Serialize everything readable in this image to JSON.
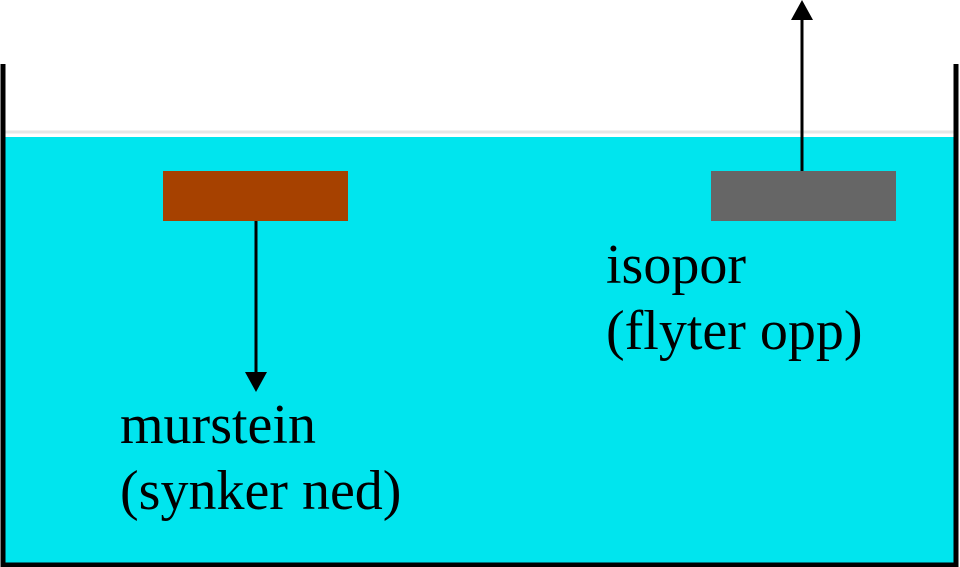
{
  "colors": {
    "water": "#00E5EE",
    "water_surface": "#E6E6E6",
    "brick": "#A64100",
    "foam": "#666666",
    "container": "#000000",
    "arrow": "#000000"
  },
  "brick": {
    "name": "murstein",
    "note": "(synker ned)",
    "arrow_direction": "down"
  },
  "foam": {
    "name": "isopor",
    "note": "(flyter opp)",
    "arrow_direction": "up"
  }
}
